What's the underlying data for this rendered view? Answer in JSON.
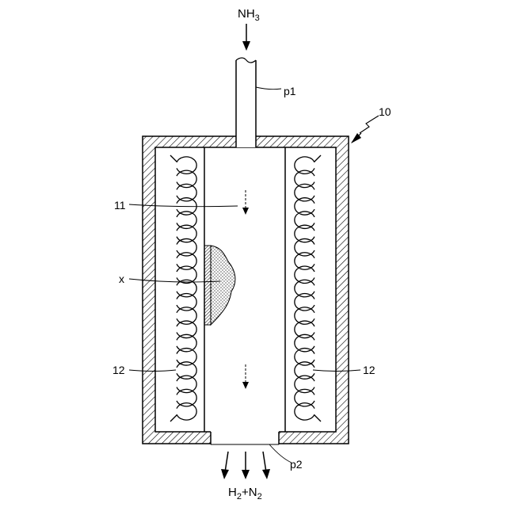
{
  "labels": {
    "inlet_gas": "NH",
    "inlet_gas_sub": "3",
    "pipe_in": "p1",
    "apparatus": "10",
    "reactor_tube": "11",
    "catalyst": "x",
    "heater_left": "12",
    "heater_right": "12",
    "pipe_out": "p2",
    "outlet_h": "H",
    "outlet_h_sub": "2",
    "outlet_plus_n": "+N",
    "outlet_n_sub": "2"
  },
  "colors": {
    "line": "#000000",
    "background": "#ffffff"
  },
  "icons": {
    "flow_arrow": "down-arrow",
    "internal_flow": "dashed-down-arrow",
    "heater": "coil"
  }
}
